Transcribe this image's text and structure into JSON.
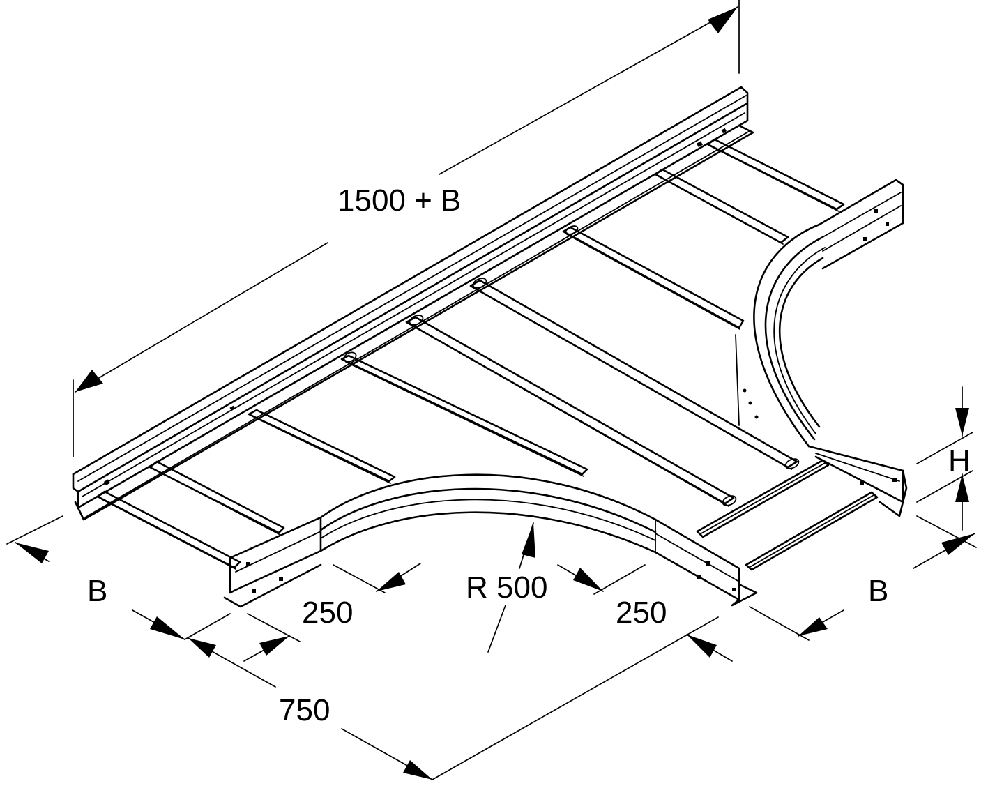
{
  "dimensions": {
    "overall_length": "1500 + B",
    "tee_offset": "750",
    "straight_left": "250",
    "straight_right": "250",
    "bend_radius": "R 500",
    "width_left": "B",
    "width_right": "B",
    "height": "H"
  }
}
